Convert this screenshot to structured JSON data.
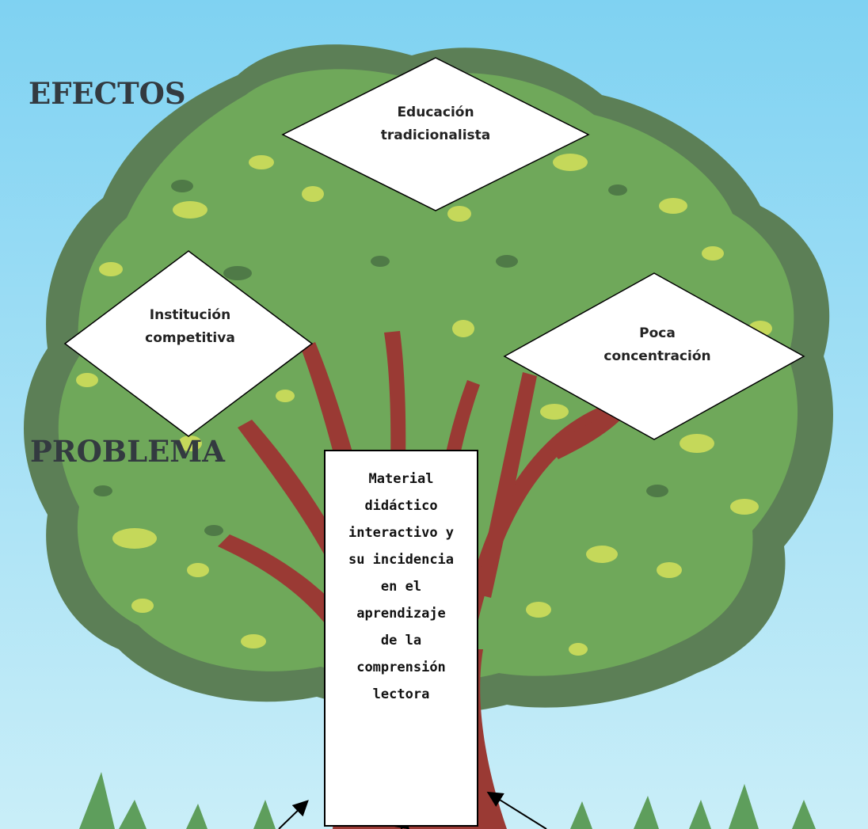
{
  "headings": {
    "efectos": "EFECTOS",
    "problema": "PROBLEMA"
  },
  "effects": [
    {
      "line1": "Educación",
      "line2": "tradicionalista"
    },
    {
      "line1": "Institución",
      "line2": "competitiva"
    },
    {
      "line1": "Poca",
      "line2": "concentración"
    }
  ],
  "problem": {
    "lines": [
      "Material",
      "didáctico",
      "interactivo y",
      "su incidencia",
      "en el",
      "aprendizaje",
      "de la",
      "comprensión",
      "lectora"
    ]
  },
  "colors": {
    "sky_top": "#7fd2f2",
    "sky_bottom": "#c9eef8",
    "foliage": "#6fa85a",
    "foliage_outline": "#5c7f56",
    "foliage_spots": "#c5d85a",
    "trunk": "#9a3a34",
    "grass": "#5e9e5c"
  }
}
